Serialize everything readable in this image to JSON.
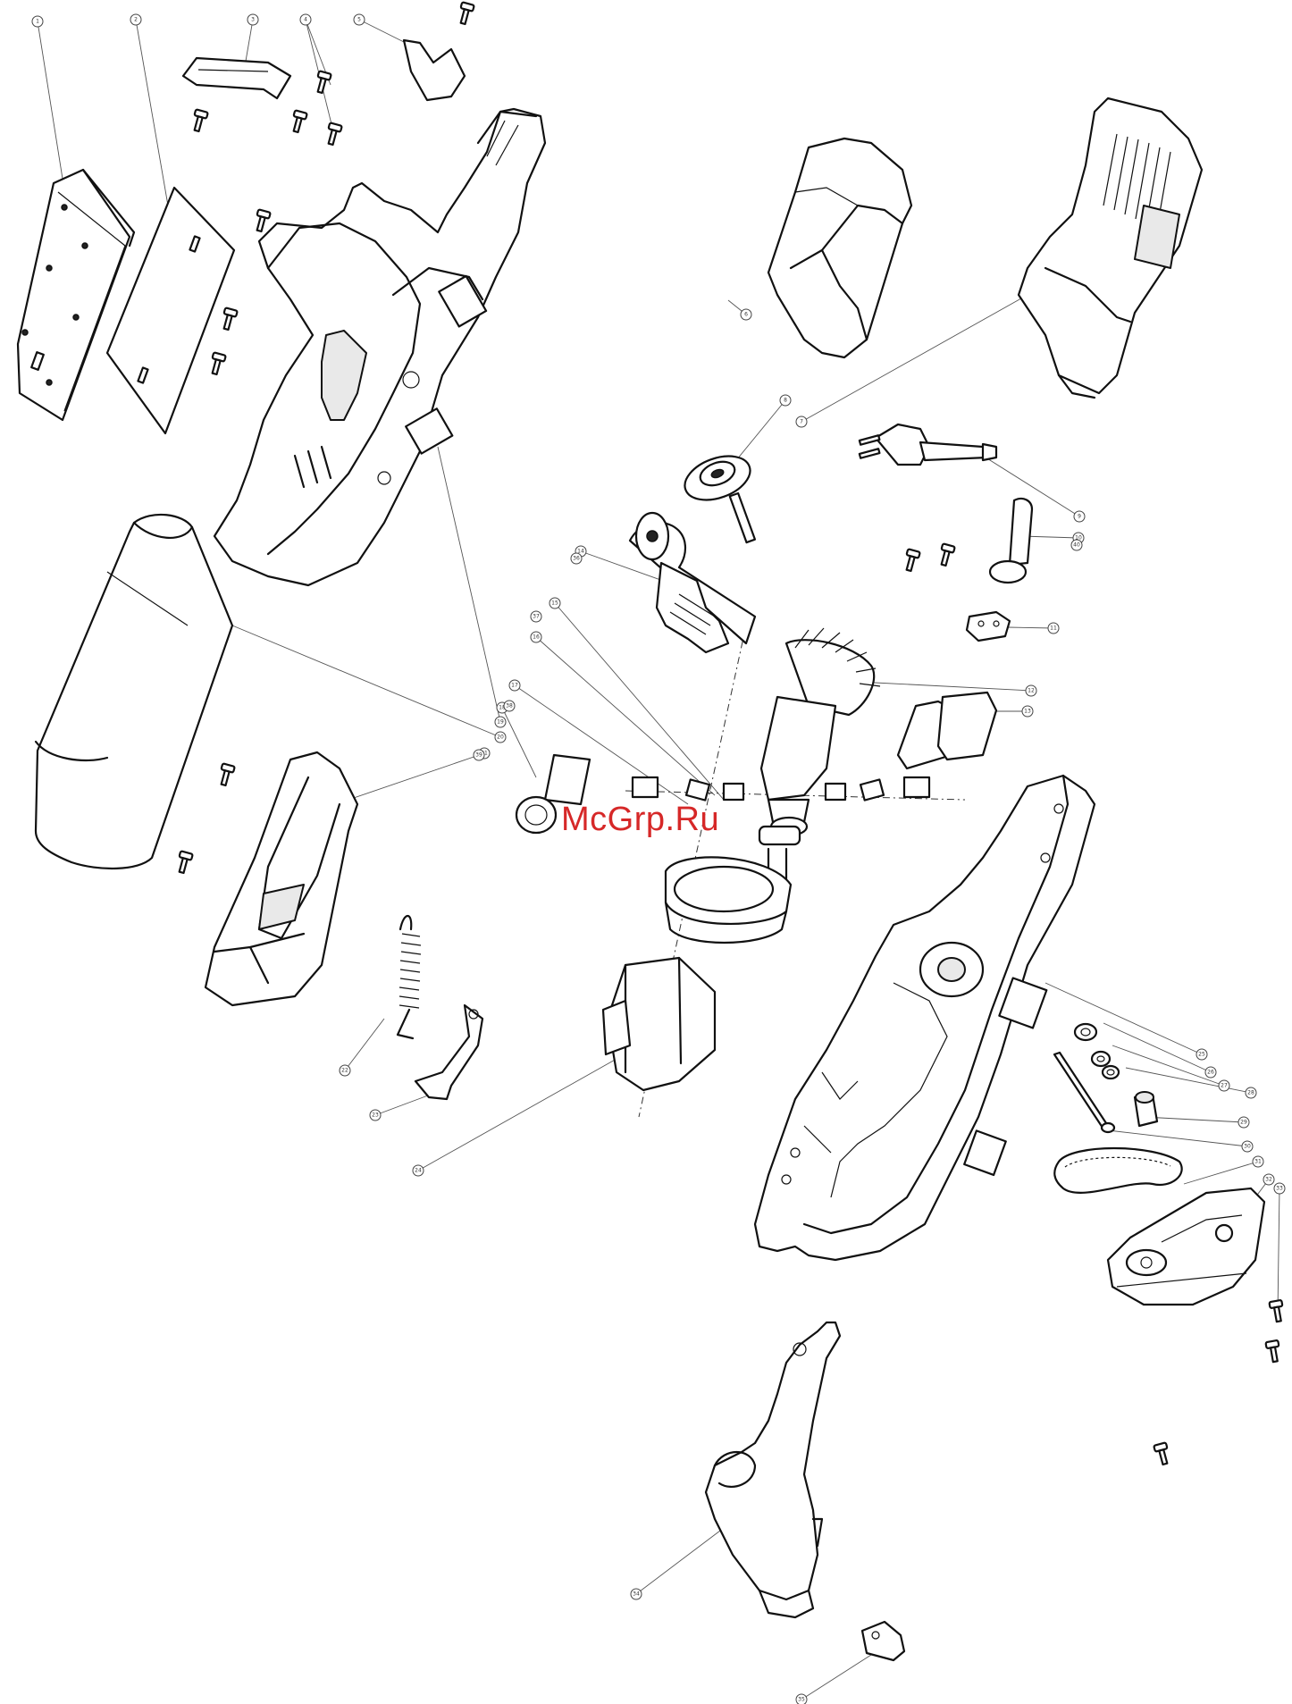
{
  "watermark": {
    "text": "McGrp.Ru",
    "color": "#d62828"
  },
  "callouts": [
    {
      "id": "c1",
      "label": "1"
    },
    {
      "id": "c2",
      "label": "2"
    },
    {
      "id": "c3",
      "label": "3"
    },
    {
      "id": "c4",
      "label": "4"
    },
    {
      "id": "c5",
      "label": "5"
    },
    {
      "id": "c6",
      "label": "6"
    },
    {
      "id": "c7",
      "label": "7"
    },
    {
      "id": "c8",
      "label": "8"
    },
    {
      "id": "c9",
      "label": "9"
    },
    {
      "id": "c10",
      "label": "10"
    },
    {
      "id": "c11",
      "label": "11"
    },
    {
      "id": "c12",
      "label": "12"
    },
    {
      "id": "c13",
      "label": "13"
    },
    {
      "id": "c14",
      "label": "14"
    },
    {
      "id": "c15",
      "label": "15"
    },
    {
      "id": "c16",
      "label": "16"
    },
    {
      "id": "c17",
      "label": "17"
    },
    {
      "id": "c18",
      "label": "18"
    },
    {
      "id": "c19",
      "label": "19"
    },
    {
      "id": "c20",
      "label": "20"
    },
    {
      "id": "c21",
      "label": "21"
    },
    {
      "id": "c22",
      "label": "22"
    },
    {
      "id": "c23",
      "label": "23"
    },
    {
      "id": "c24",
      "label": "24"
    },
    {
      "id": "c25",
      "label": "25"
    },
    {
      "id": "c26",
      "label": "26"
    },
    {
      "id": "c27",
      "label": "27"
    },
    {
      "id": "c28",
      "label": "28"
    },
    {
      "id": "c29",
      "label": "29"
    },
    {
      "id": "c30",
      "label": "30"
    },
    {
      "id": "c31",
      "label": "31"
    },
    {
      "id": "c32",
      "label": "32"
    },
    {
      "id": "c33",
      "label": "33"
    },
    {
      "id": "c34",
      "label": "34"
    },
    {
      "id": "c35",
      "label": "35"
    },
    {
      "id": "c36",
      "label": "36"
    },
    {
      "id": "c37",
      "label": "37"
    },
    {
      "id": "c38",
      "label": "38"
    },
    {
      "id": "c39",
      "label": "39"
    },
    {
      "id": "c40",
      "label": "40"
    }
  ]
}
